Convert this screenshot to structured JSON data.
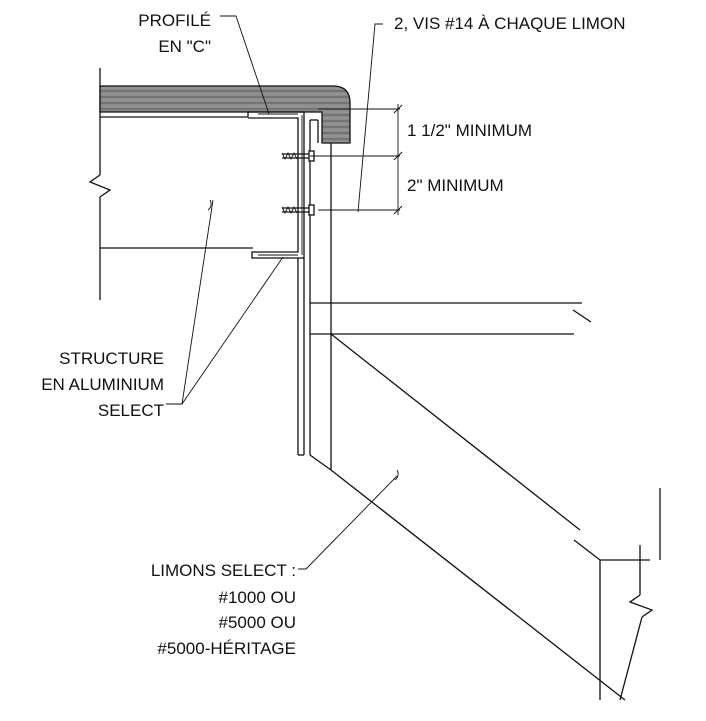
{
  "labels": {
    "profile": [
      "PROFILÉ",
      "EN \"C\""
    ],
    "screws": "2, VIS #14  À CHAQUE LIMON",
    "dim_top": "1 1/2\" MINIMUM",
    "dim_bottom": "2\" MINIMUM",
    "structure": [
      "STRUCTURE",
      "EN ALUMINIUM",
      "SELECT"
    ],
    "stringers": [
      "LIMONS SELECT :",
      "#1000 OU",
      "#5000 OU",
      "#5000-HÉRITAGE"
    ]
  },
  "colors": {
    "line": "#111111",
    "tread_fill": "#7a7a7a",
    "background": "#ffffff"
  }
}
